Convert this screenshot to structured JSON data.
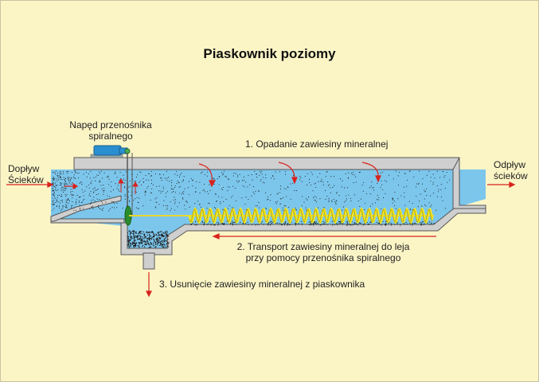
{
  "title": "Piaskownik poziomy",
  "labels": {
    "inflow": [
      "Dopływ",
      "Ścieków"
    ],
    "outflow": [
      "Odpływ",
      "ścieków"
    ],
    "drive": [
      "Napęd przenośnika",
      "spiralnego"
    ],
    "step1": "1. Opadanie zawiesiny mineralnej",
    "step2": [
      "2. Transport zawiesiny mineralnej do leja",
      "przy pomocy przenośnika spiralnego"
    ],
    "step3": "3. Usunięcie zawiesiny mineralnej z piaskownika"
  },
  "colors": {
    "background": "#fbf5c6",
    "water": "#7cc6ec",
    "tank_wall": "#c9c9c9",
    "wall_outline": "#555555",
    "motor": "#2a8fd0",
    "spiral": "#f4e81e",
    "arrow": "#d8231d",
    "sediment": "#1a1a1a"
  }
}
